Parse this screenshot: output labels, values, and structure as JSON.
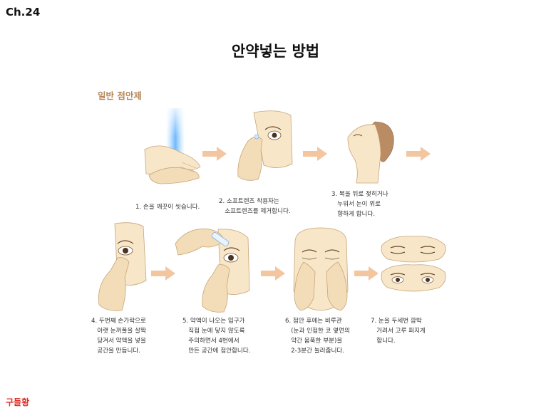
{
  "chapter": "Ch.24",
  "title": "안약넣는 방법",
  "section": "일반 점안제",
  "steps": [
    {
      "text": "1. 손을 깨끗이 씻습니다."
    },
    {
      "text": "2. 소프트렌즈 착용자는\n   소프트렌즈를 제거합니다."
    },
    {
      "text": "3. 목을 뒤로 젖히거나\n   누워서 눈이 위로\n   향하게 합니다."
    },
    {
      "text": "4. 두번째 손가락으로\n   아랫 눈꺼풀을 살짝\n   당겨서 약액을 넣을\n   공간을 만듭니다."
    },
    {
      "text": "5. 약액이 나오는 입구가\n   직접 눈에 닿지 않도록\n   주의하면서 4번에서\n   만든 공간에 점안합니다."
    },
    {
      "text": "6. 점안 후에는 비루관\n   (눈과 인접한 코 옆면의\n   약간 움푹한 부분)을\n   2-3분간 눌러줍니다."
    },
    {
      "text": "7. 눈을 두세번 깜박\n   거려서 고루 퍼지게\n   합니다."
    }
  ],
  "footer": "구들황",
  "colors": {
    "skin": "#f7e6c8",
    "skin_line": "#c8a578",
    "arrow": "#f3c6a0",
    "section": "#b7885a",
    "footer": "#e0312c"
  }
}
